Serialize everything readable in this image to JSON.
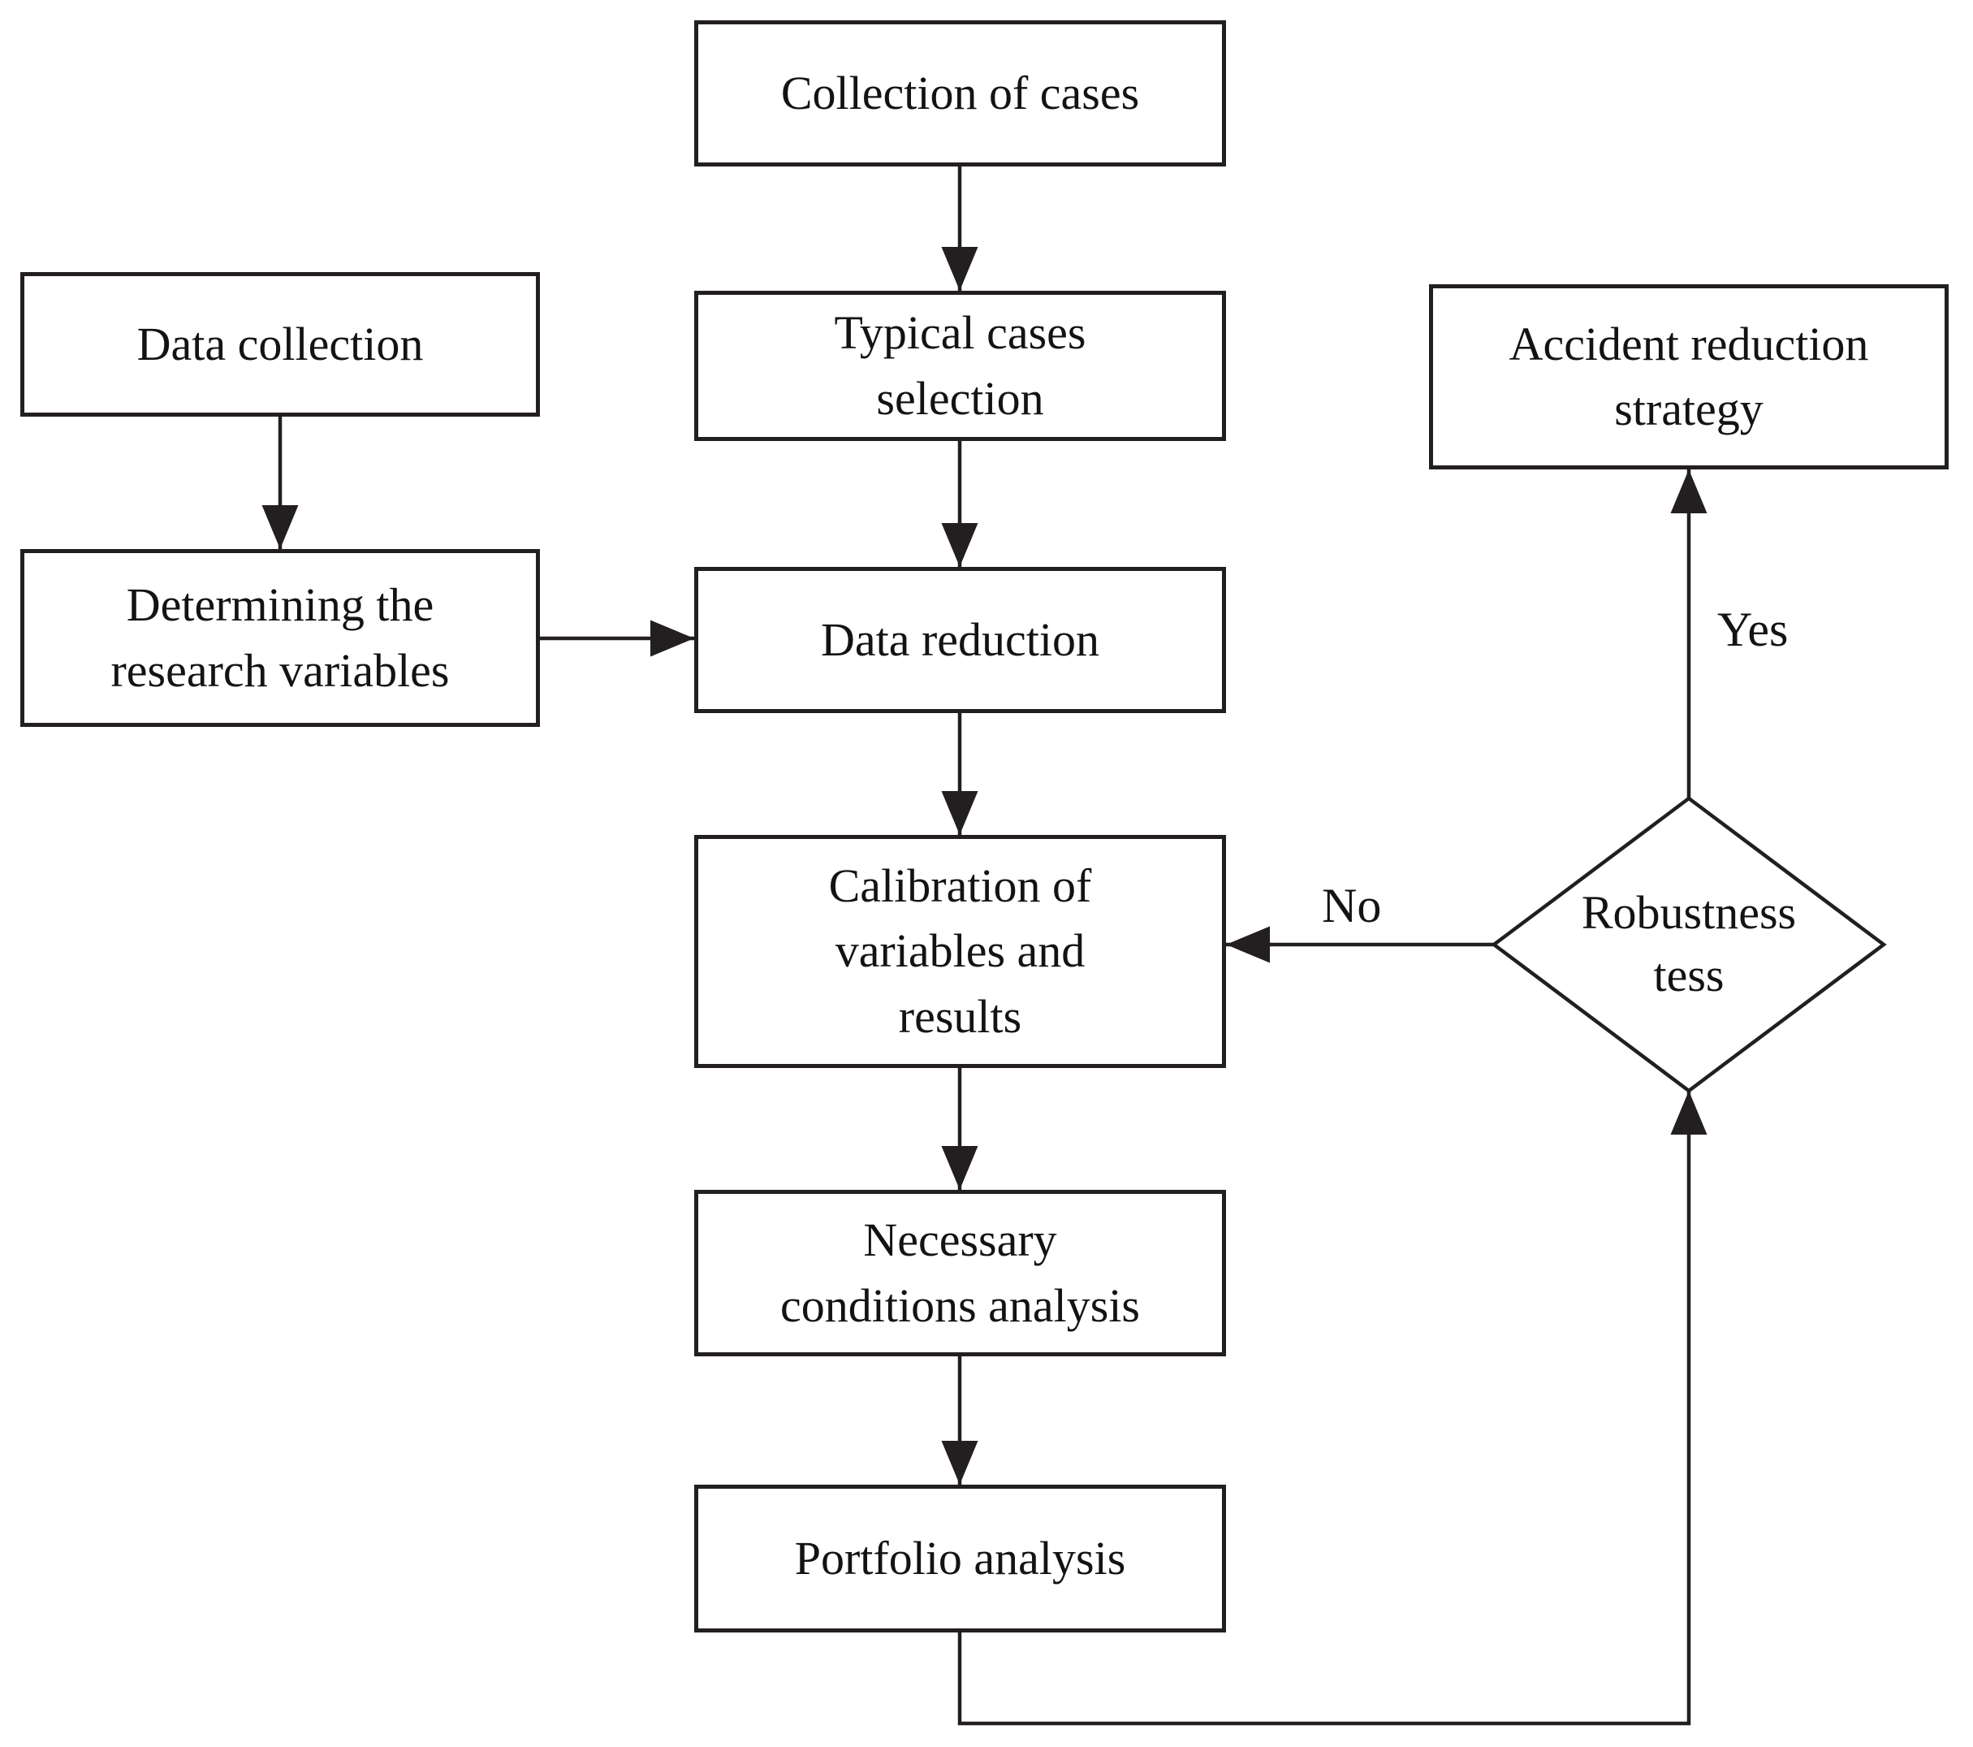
{
  "colors": {
    "background": "#ffffff",
    "stroke": "#231f20",
    "text": "#131313"
  },
  "nodes": {
    "collection_of_cases": {
      "shape": "rect",
      "label": "Collection of cases"
    },
    "data_collection": {
      "shape": "rect",
      "label": "Data collection"
    },
    "typical_cases_selection": {
      "shape": "rect",
      "label": [
        "Typical cases",
        "selection"
      ]
    },
    "determining_research_variables": {
      "shape": "rect",
      "label": [
        "Determining the",
        "research variables"
      ]
    },
    "data_reduction": {
      "shape": "rect",
      "label": "Data reduction"
    },
    "calibration_of_variables_and_results": {
      "shape": "rect",
      "label": [
        "Calibration of",
        "variables and",
        "results"
      ]
    },
    "necessary_conditions_analysis": {
      "shape": "rect",
      "label": [
        "Necessary",
        "conditions analysis"
      ]
    },
    "portfolio_analysis": {
      "shape": "rect",
      "label": "Portfolio analysis"
    },
    "robustness_test": {
      "shape": "diamond",
      "label": [
        "Robustness",
        "tess"
      ]
    },
    "accident_reduction_strategy": {
      "shape": "rect",
      "label": [
        "Accident reduction",
        "strategy"
      ]
    }
  },
  "edge_labels": {
    "yes": "Yes",
    "no": "No"
  }
}
